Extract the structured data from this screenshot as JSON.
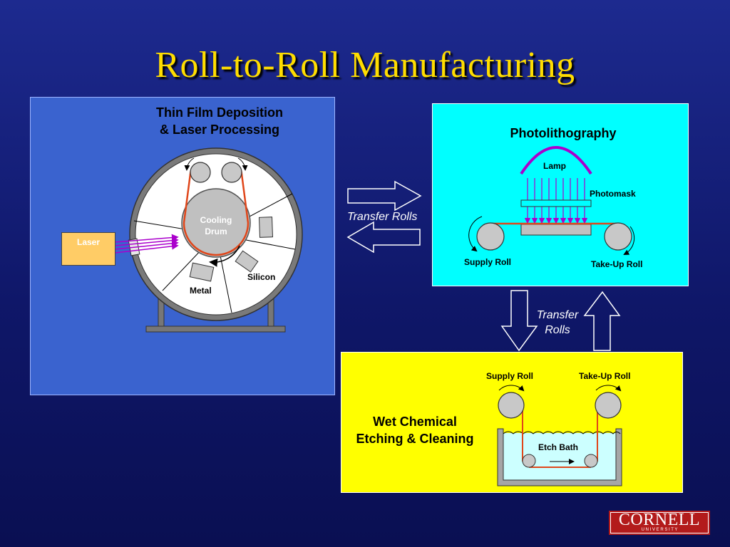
{
  "title": "Roll-to-Roll Manufacturing",
  "deposition": {
    "heading_line1": "Thin Film Deposition",
    "heading_line2": "& Laser Processing",
    "drum_line1": "Cooling",
    "drum_line2": "Drum",
    "laser": "Laser",
    "silicon": "Silicon",
    "metal": "Metal"
  },
  "photolithography": {
    "heading": "Photolithography",
    "lamp": "Lamp",
    "photomask": "Photomask",
    "supply_roll": "Supply Roll",
    "take_up_roll": "Take-Up Roll"
  },
  "etching": {
    "heading_line1": "Wet Chemical",
    "heading_line2": "Etching & Cleaning",
    "supply_roll": "Supply Roll",
    "take_up_roll": "Take-Up Roll",
    "etch_bath": "Etch Bath"
  },
  "transfer_horizontal": "Transfer Rolls",
  "transfer_vertical_line1": "Transfer",
  "transfer_vertical_line2": "Rolls",
  "logo_main": "CORNELL",
  "logo_sub": "U N I V E R S I T Y",
  "colors": {
    "title": "#ffdd00",
    "film": "#e0461a",
    "uv": "#aa00cc",
    "panel_blue": "#3a63cf",
    "panel_cyan": "#00ffff",
    "panel_yellow": "#ffff00"
  }
}
